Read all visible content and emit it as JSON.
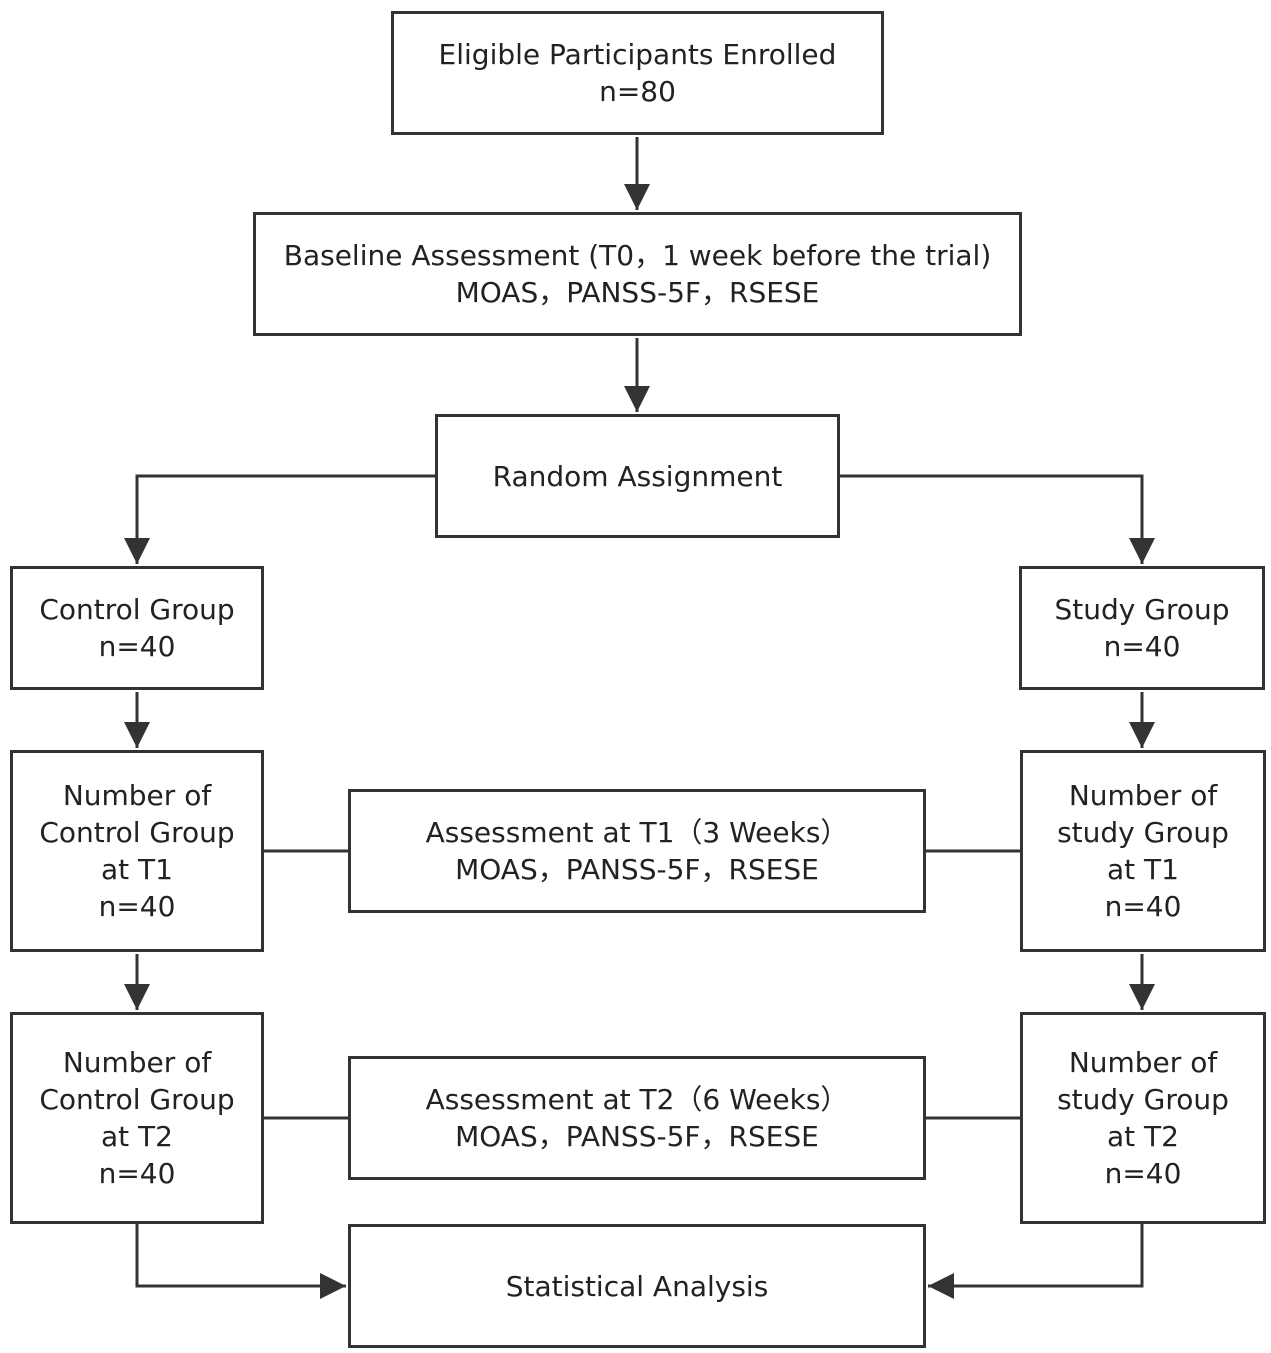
{
  "boxes": {
    "enrolled": {
      "lines": [
        "Eligible Participants Enrolled",
        "n=80"
      ]
    },
    "baseline": {
      "lines": [
        "Baseline Assessment (T0，1 week before the trial)",
        "MOAS，PANSS-5F，RSESE"
      ]
    },
    "random": {
      "lines": [
        "Random Assignment"
      ]
    },
    "control": {
      "lines": [
        "Control Group",
        "n=40"
      ]
    },
    "study": {
      "lines": [
        "Study Group",
        "n=40"
      ]
    },
    "control_t1": {
      "lines": [
        "Number of",
        "Control Group",
        "at T1",
        "n=40"
      ]
    },
    "study_t1": {
      "lines": [
        "Number of",
        "study Group",
        "at T1",
        "n=40"
      ]
    },
    "assess_t1": {
      "lines": [
        "Assessment at T1（3 Weeks）",
        "MOAS，PANSS-5F，RSESE"
      ]
    },
    "control_t2": {
      "lines": [
        "Number of",
        "Control Group",
        "at T2",
        "n=40"
      ]
    },
    "study_t2": {
      "lines": [
        "Number of",
        "study Group",
        "at T2",
        "n=40"
      ]
    },
    "assess_t2": {
      "lines": [
        "Assessment at T2（6 Weeks）",
        "MOAS，PANSS-5F，RSESE"
      ]
    },
    "stats": {
      "lines": [
        "Statistical Analysis"
      ]
    }
  },
  "colors": {
    "stroke": "#333333",
    "text": "#222222",
    "background": "#ffffff"
  }
}
